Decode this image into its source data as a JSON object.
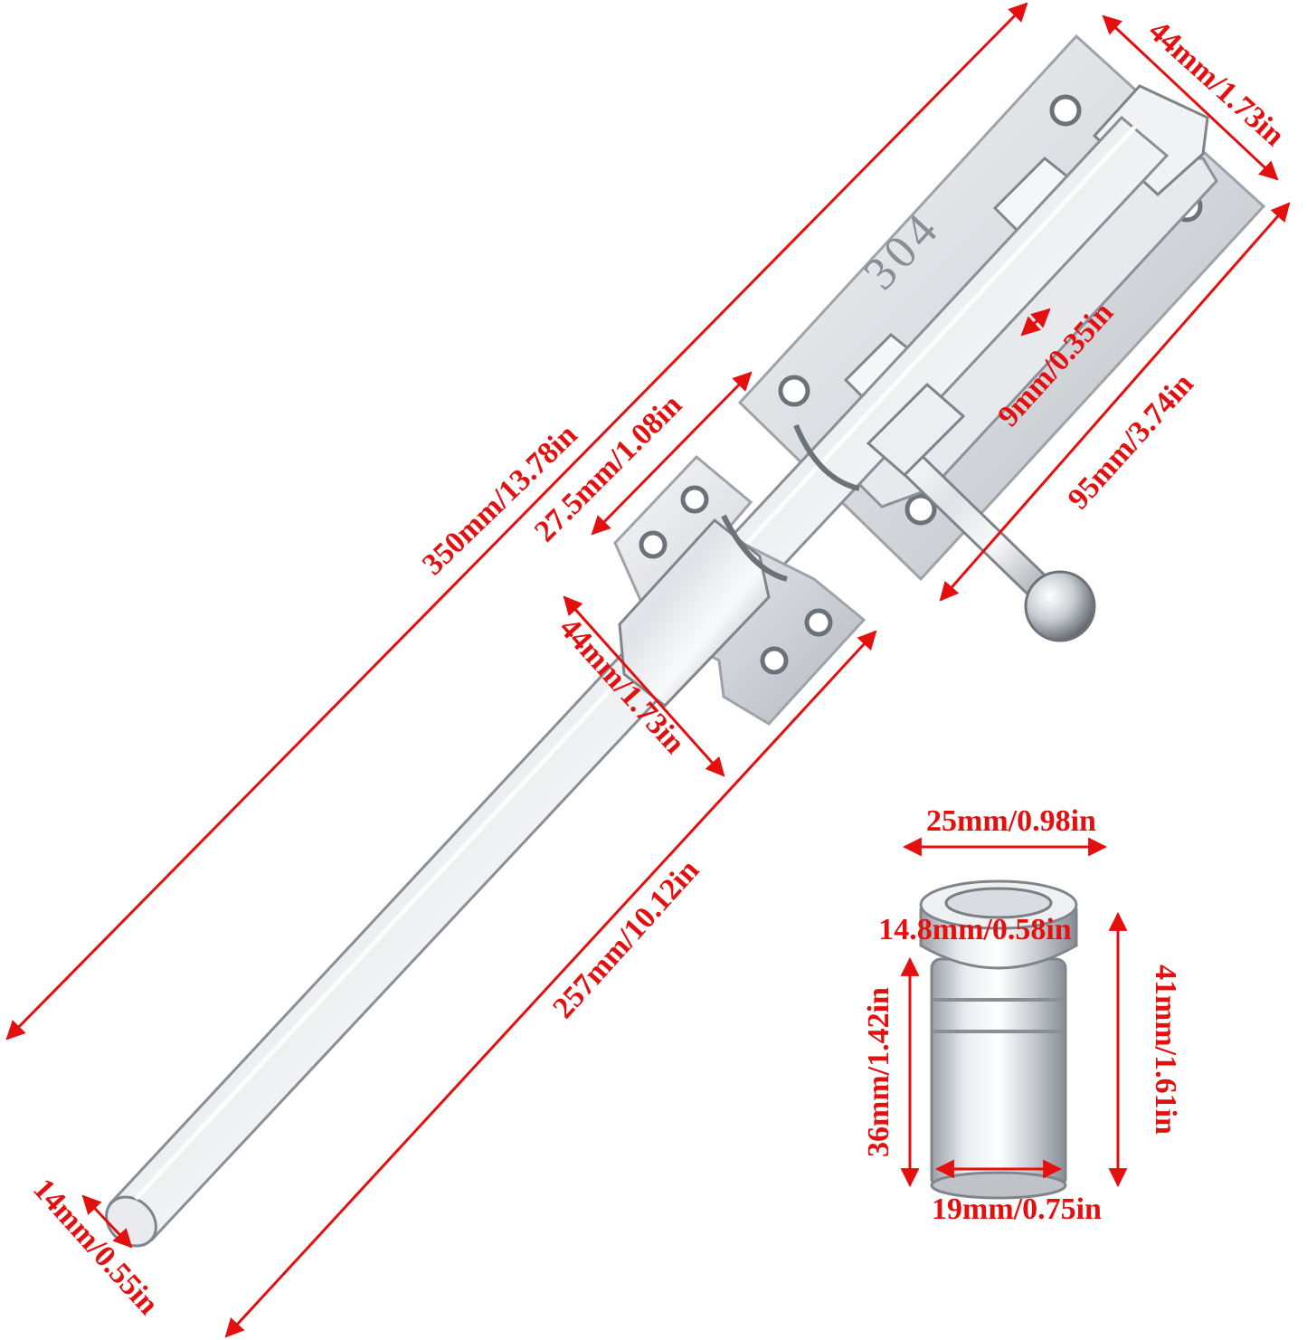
{
  "colors": {
    "dimension": "#e3100f",
    "steel_light": "#f7f8fa",
    "steel_mid": "#c6cad0",
    "steel_dark": "#6d7279",
    "engraving": "#8a8d92"
  },
  "engraving_text": "304",
  "bolt_dimensions": {
    "overall_length": "350mm/13.78in",
    "plate_width": "44mm/1.73in",
    "plate_length": "95mm/3.74in",
    "handle_gap": "9mm/0.35in",
    "keeper_offset": "27.5mm/1.08in",
    "keeper_width": "44mm/1.73in",
    "rod_length": "257mm/10.12in",
    "rod_diameter": "14mm/0.55in"
  },
  "socket_dimensions": {
    "flange_diameter": "25mm/0.98in",
    "inner_hole": "14.8mm/0.58in",
    "total_height": "41mm/1.61in",
    "body_height": "36mm/1.42in",
    "body_diameter": "19mm/0.75in"
  }
}
